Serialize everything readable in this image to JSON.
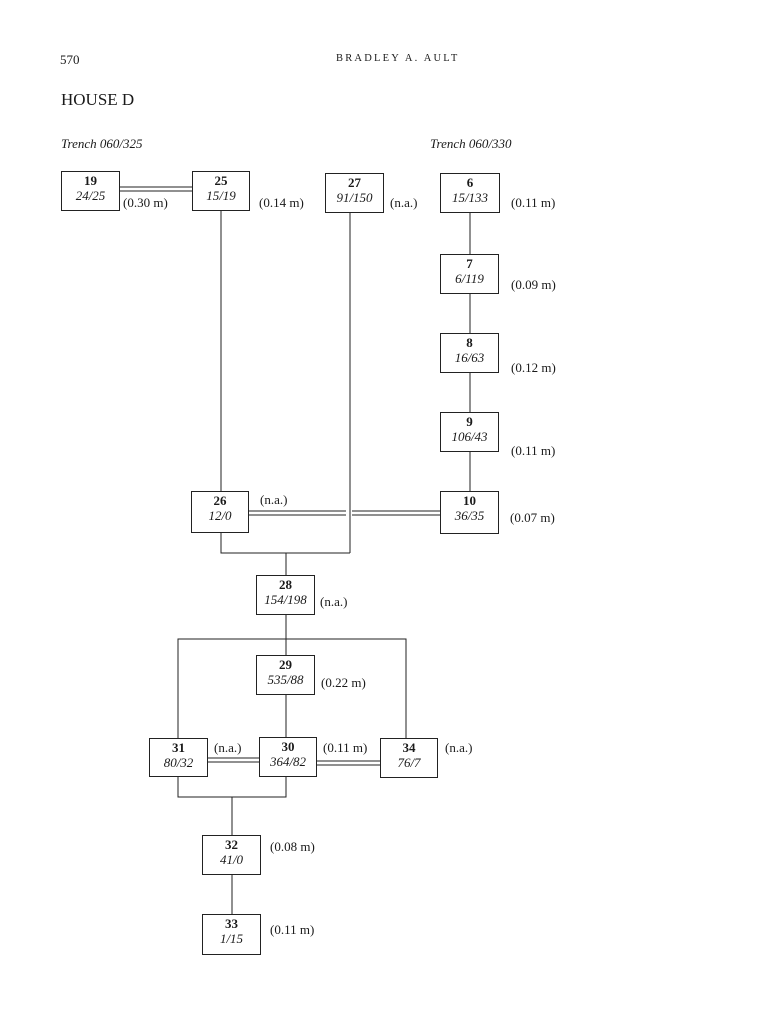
{
  "header": {
    "page_number": "570",
    "running_head": "BRADLEY A. AULT"
  },
  "title": "HOUSE D",
  "trenches": [
    {
      "id": "t325",
      "label": "Trench 060/325"
    },
    {
      "id": "t330",
      "label": "Trench 060/330"
    }
  ],
  "nodes": [
    {
      "id": "19",
      "counts": "24/25",
      "depth": "(0.30 m)"
    },
    {
      "id": "25",
      "counts": "15/19",
      "depth": "(0.14 m)"
    },
    {
      "id": "27",
      "counts": "91/150",
      "depth": "(n.a.)"
    },
    {
      "id": "6",
      "counts": "15/133",
      "depth": "(0.11 m)"
    },
    {
      "id": "7",
      "counts": "6/119",
      "depth": "(0.09 m)"
    },
    {
      "id": "8",
      "counts": "16/63",
      "depth": "(0.12 m)"
    },
    {
      "id": "9",
      "counts": "106/43",
      "depth": "(0.11 m)"
    },
    {
      "id": "26",
      "counts": "12/0",
      "depth": "(n.a.)"
    },
    {
      "id": "10",
      "counts": "36/35",
      "depth": "(0.07 m)"
    },
    {
      "id": "28",
      "counts": "154/198",
      "depth": "(n.a.)"
    },
    {
      "id": "29",
      "counts": "535/88",
      "depth": "(0.22 m)"
    },
    {
      "id": "31",
      "counts": "80/32",
      "depth": "(n.a.)"
    },
    {
      "id": "30",
      "counts": "364/82",
      "depth": "(0.11 m)"
    },
    {
      "id": "34",
      "counts": "76/7",
      "depth": "(n.a.)"
    },
    {
      "id": "32",
      "counts": "41/0",
      "depth": "(0.08 m)"
    },
    {
      "id": "33",
      "counts": "1/15",
      "depth": "(0.11 m)"
    }
  ]
}
